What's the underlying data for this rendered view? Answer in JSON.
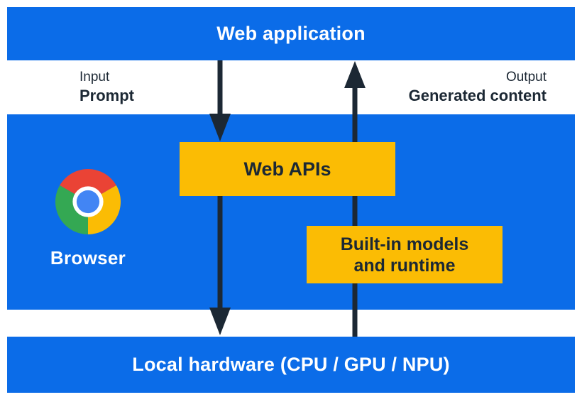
{
  "palette": {
    "canvas_bg": "#FFFFFF",
    "band_blue": "#0B6CE8",
    "box_yellow": "#FBBC04",
    "arrow_dark": "#1C2834",
    "text_light": "#FFFFFF",
    "text_dark": "#1C2834",
    "chrome_red": "#EA4335",
    "chrome_yellow": "#FBBC04",
    "chrome_green": "#34A853",
    "chrome_blue": "#4285F4",
    "chrome_ring": "#FFFFFF"
  },
  "diagram": {
    "web_application_label": "Web application",
    "input_label": "Input",
    "input_sublabel": "Prompt",
    "output_label": "Output",
    "output_sublabel": "Generated content",
    "browser_label": "Browser",
    "web_apis_label": "Web APIs",
    "builtin_models_line1": "Built-in models",
    "builtin_models_line2": "and runtime",
    "local_hardware_label": "Local hardware (CPU / GPU / NPU)"
  }
}
